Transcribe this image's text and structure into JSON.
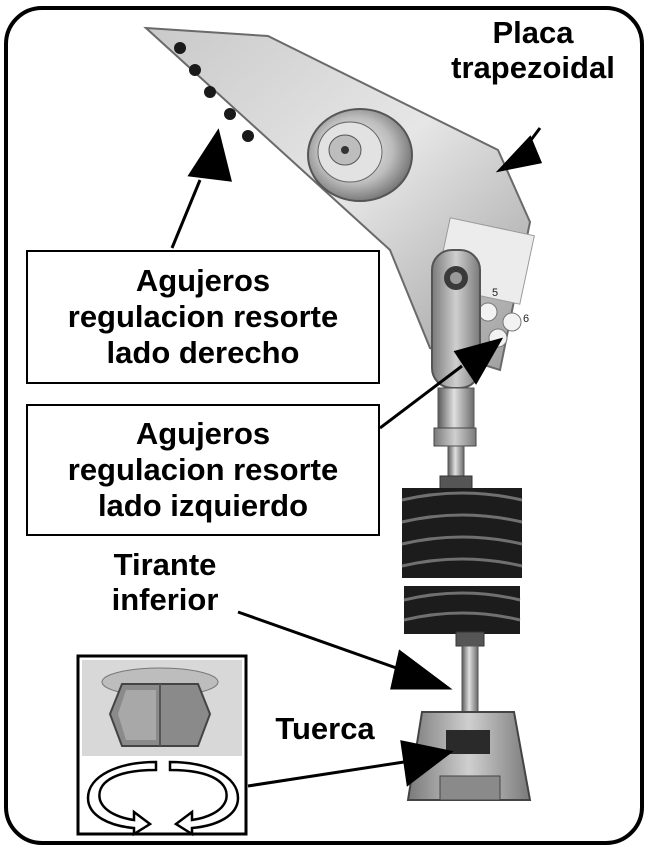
{
  "labels": {
    "placa_line1": "Placa",
    "placa_line2": "trapezoidal",
    "derecho_line1": "Agujeros",
    "derecho_line2": "regulacion  resorte",
    "derecho_line3": "lado derecho",
    "izquierdo_line1": "Agujeros",
    "izquierdo_line2": "regulacion  resorte",
    "izquierdo_line3": "lado izquierdo",
    "tirante_line1": "Tirante",
    "tirante_line2": "inferior",
    "tuerca": "Tuerca"
  },
  "plate_hole_labels": [
    "5",
    "6"
  ],
  "colors": {
    "ink": "#000000",
    "metal_light": "#d9d9d9",
    "metal_mid": "#a8a8a8",
    "metal_dark": "#6e6e6e",
    "spring": "#1c1c1c"
  },
  "icons": [
    "arrow-head-icon",
    "rotate-arrows-icon",
    "nut-photo"
  ]
}
